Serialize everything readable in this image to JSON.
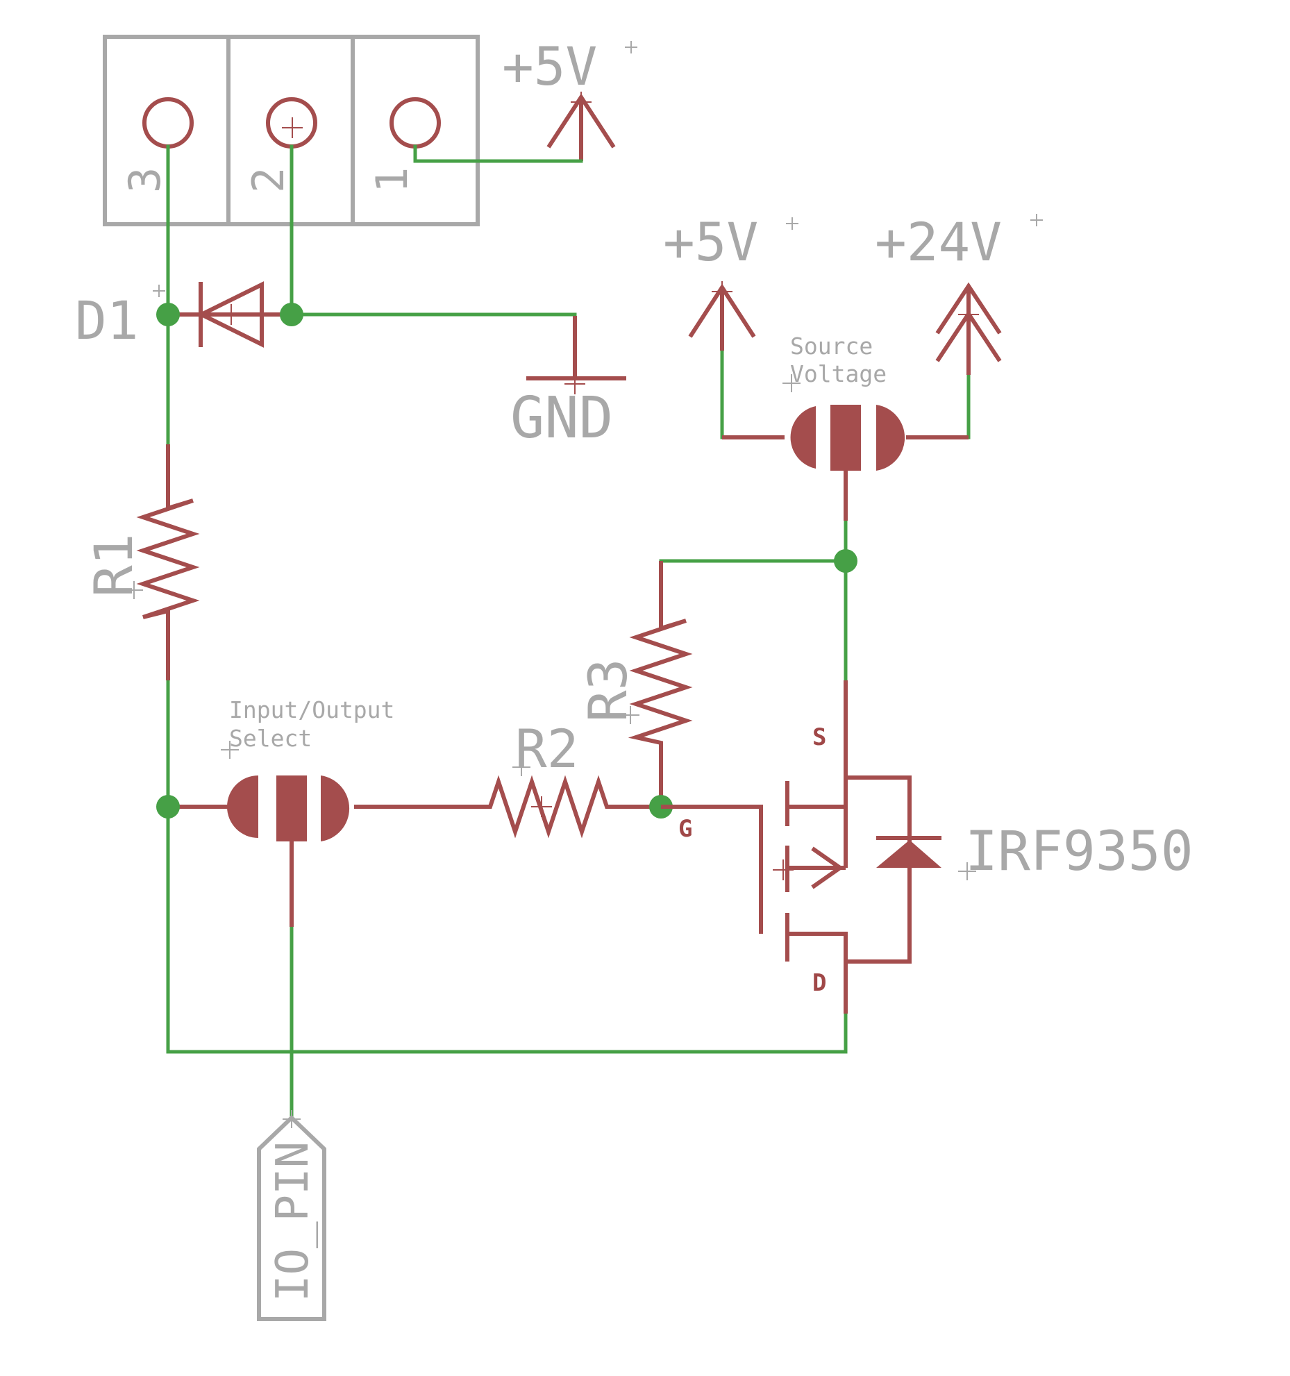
{
  "diagram": {
    "connector": {
      "pins": [
        "3",
        "2",
        "1"
      ]
    },
    "supplies": {
      "conn_5v": "+5V",
      "source_5v": "+5V",
      "source_24v": "+24V",
      "gnd": "GND"
    },
    "components": {
      "d1": "D1",
      "r1": "R1",
      "r2": "R2",
      "r3": "R3",
      "mosfet": "IRF9350",
      "pin_s": "S",
      "pin_g": "G",
      "pin_d": "D"
    },
    "jumpers": {
      "source_voltage": {
        "line1": "Source",
        "line2": "Voltage"
      },
      "io_select": {
        "line1": "Input/Output",
        "line2": "Select"
      }
    },
    "port": "IO_PIN",
    "colors": {
      "component": "#a44d4d",
      "wire": "#46a046",
      "label": "#a8a8a8"
    }
  }
}
